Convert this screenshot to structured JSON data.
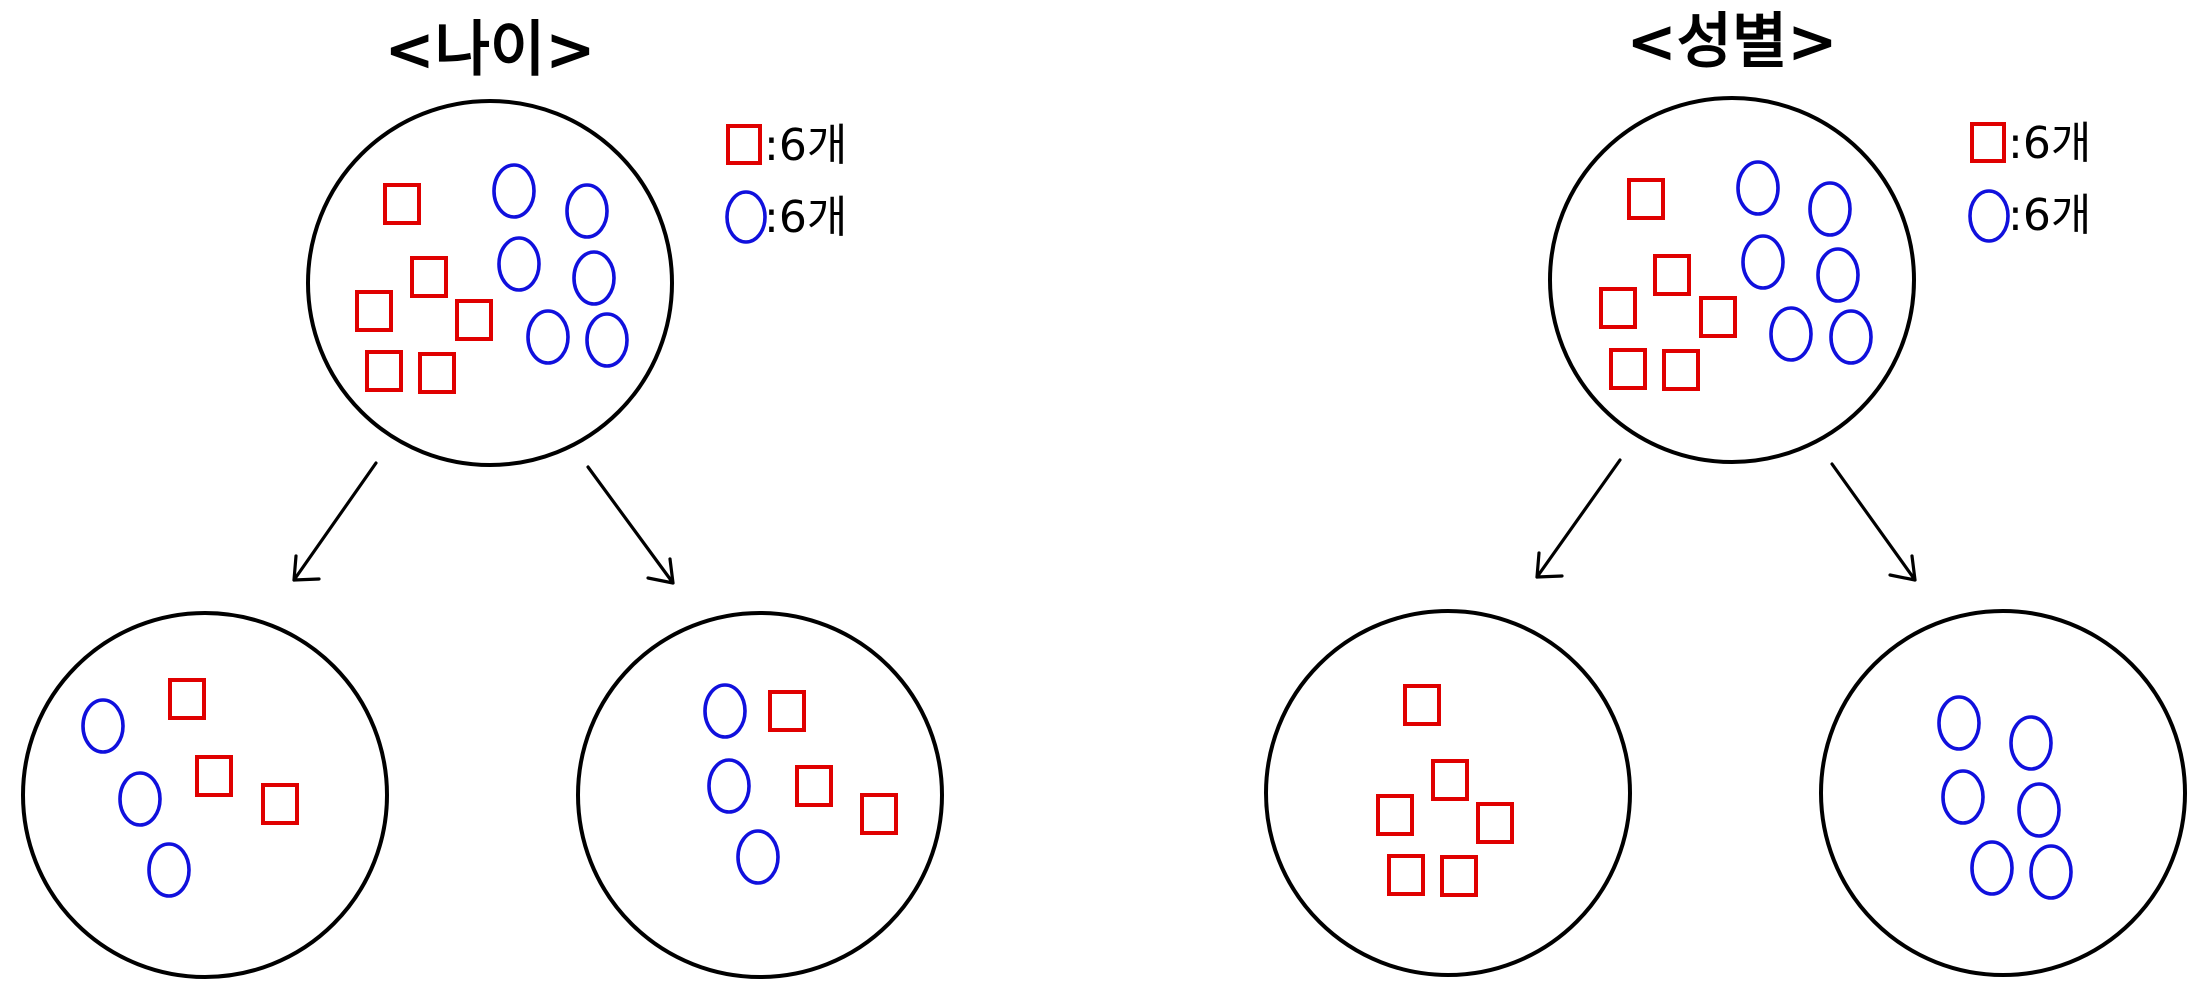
{
  "colors": {
    "square": "#e00000",
    "oval": "#1010dd",
    "outline": "#000000"
  },
  "diagrams": [
    {
      "key": "age",
      "title": "<나이>",
      "legend": {
        "square_label": ":6개",
        "oval_label": ":6개"
      },
      "root": {
        "squares": 6,
        "ovals": 6
      },
      "left_child": {
        "squares": 3,
        "ovals": 3
      },
      "right_child": {
        "squares": 3,
        "ovals": 3
      }
    },
    {
      "key": "gender",
      "title": "<성별>",
      "legend": {
        "square_label": ":6개",
        "oval_label": ":6개"
      },
      "root": {
        "squares": 6,
        "ovals": 6
      },
      "left_child": {
        "squares": 6,
        "ovals": 0
      },
      "right_child": {
        "squares": 0,
        "ovals": 6
      }
    }
  ]
}
